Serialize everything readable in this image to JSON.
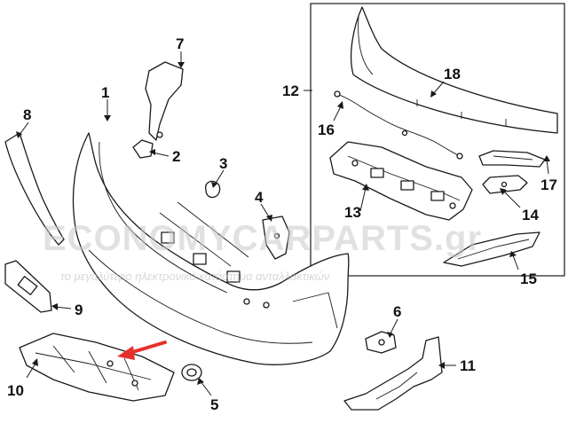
{
  "callouts": {
    "c1": "1",
    "c2": "2",
    "c3": "3",
    "c4": "4",
    "c5": "5",
    "c6": "6",
    "c7": "7",
    "c8": "8",
    "c9": "9",
    "c10": "10",
    "c11": "11",
    "c12": "12",
    "c13": "13",
    "c14": "14",
    "c15": "15",
    "c16": "16",
    "c17": "17",
    "c18": "18"
  },
  "watermark": {
    "brand": "ECONOMYCARPARTS.gr",
    "tagline": "το μεγαλύτερο ηλεκτρονικό κατάστημα ανταλλακτικών"
  },
  "colors": {
    "line": "#1a1a1a",
    "arrow": "#e8302a",
    "watermark": "#c9c9c9"
  }
}
